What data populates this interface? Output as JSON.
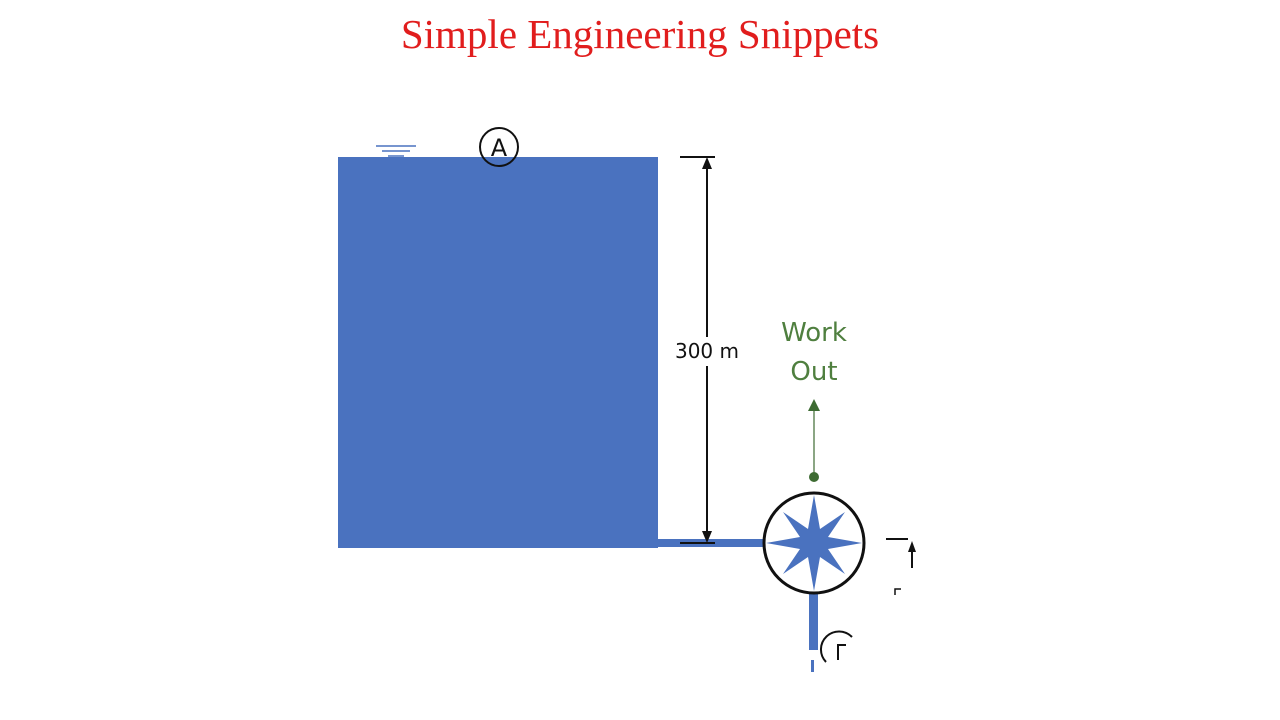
{
  "title": "Simple Engineering Snippets",
  "colors": {
    "title": "#e11d1d",
    "water": "#4a72bf",
    "work_arrow": "#3d6b32",
    "line": "#111111"
  },
  "reservoir": {
    "point_label": "A",
    "free_surface_icon": "water-surface-icon"
  },
  "dimension": {
    "height_label": "300 m"
  },
  "turbine": {
    "icon": "turbine-star-icon",
    "work_label_line1": "Work",
    "work_label_line2": "Out"
  }
}
